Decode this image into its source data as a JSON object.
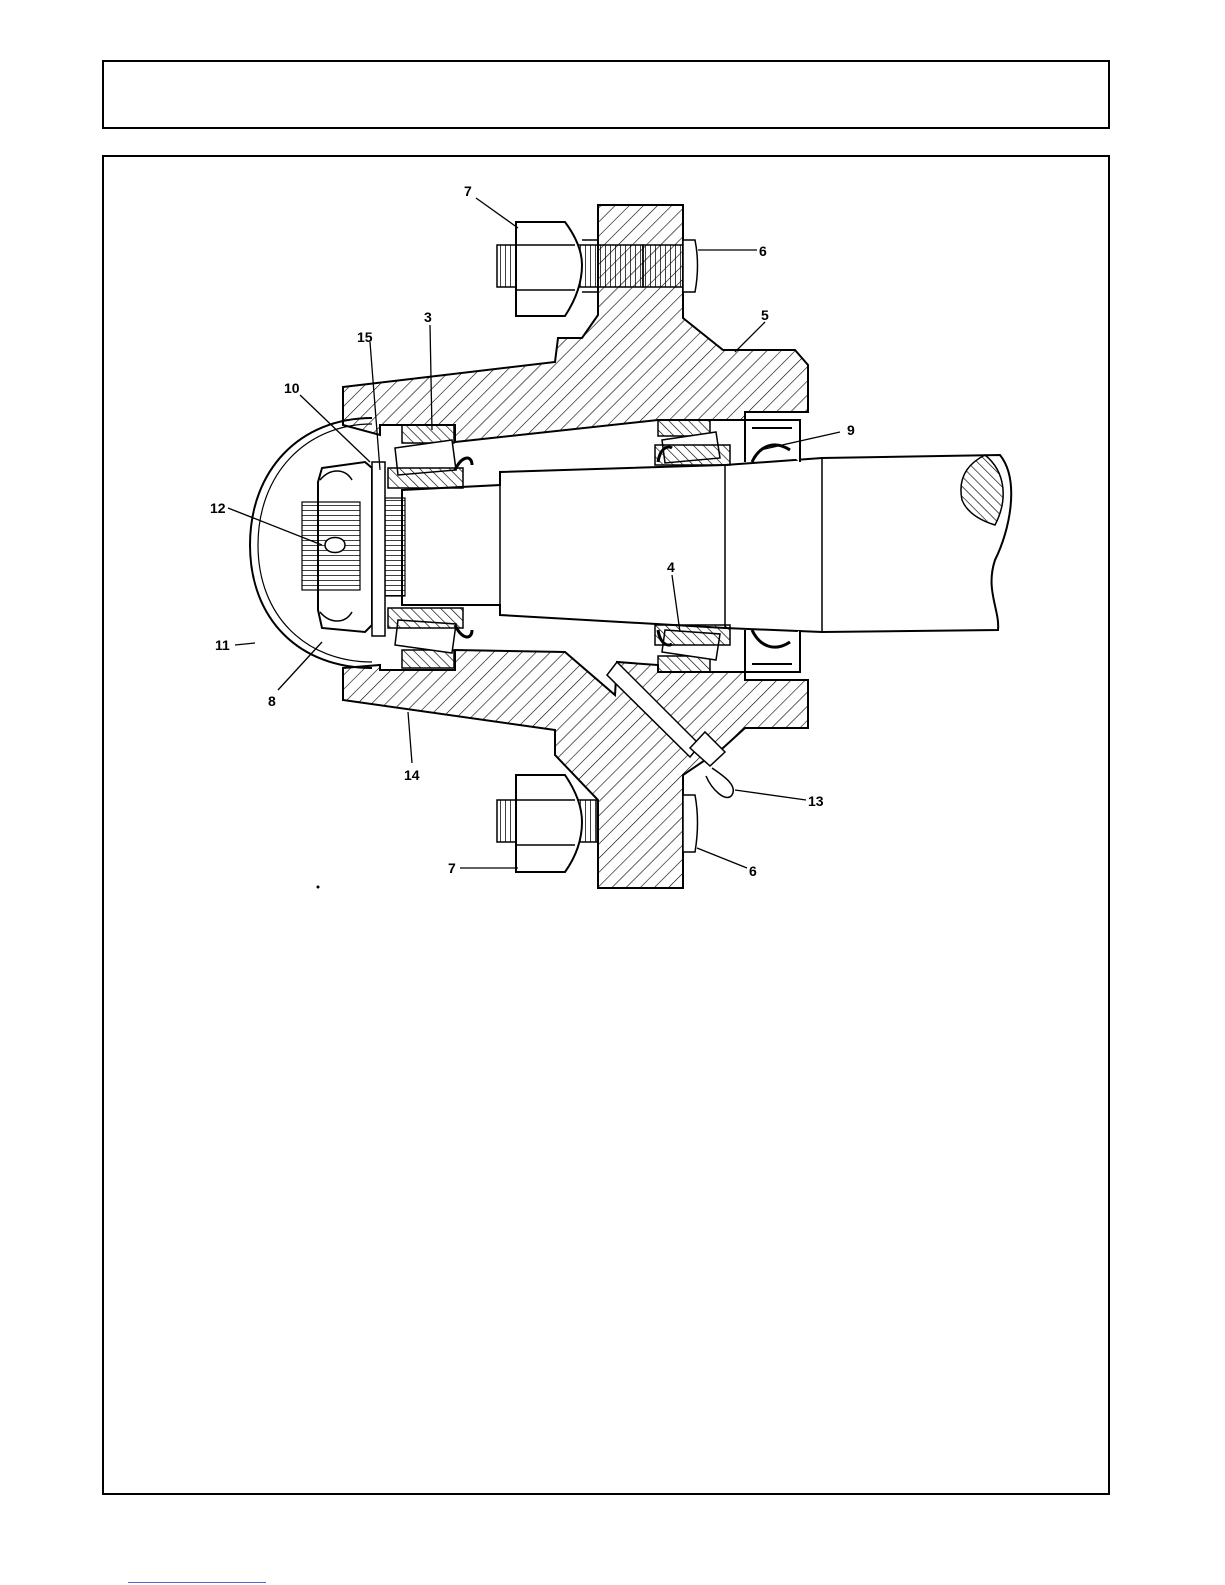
{
  "header": {
    "title": ""
  },
  "figure": {
    "callouts": [
      {
        "id": "c7-top",
        "text": "7"
      },
      {
        "id": "c6-top",
        "text": "6"
      },
      {
        "id": "c15",
        "text": "15"
      },
      {
        "id": "c3",
        "text": "3"
      },
      {
        "id": "c5",
        "text": "5"
      },
      {
        "id": "c10",
        "text": "10"
      },
      {
        "id": "c9",
        "text": "9"
      },
      {
        "id": "c12",
        "text": "12"
      },
      {
        "id": "c4",
        "text": "4"
      },
      {
        "id": "c11",
        "text": "11"
      },
      {
        "id": "c8",
        "text": "8"
      },
      {
        "id": "c14",
        "text": "14"
      },
      {
        "id": "c13",
        "text": "13"
      },
      {
        "id": "c7-bot",
        "text": "7"
      },
      {
        "id": "c6-bot",
        "text": "6"
      }
    ]
  },
  "colors": {
    "line": "#000000",
    "background": "#ffffff",
    "footer_link": "#5566cc"
  }
}
